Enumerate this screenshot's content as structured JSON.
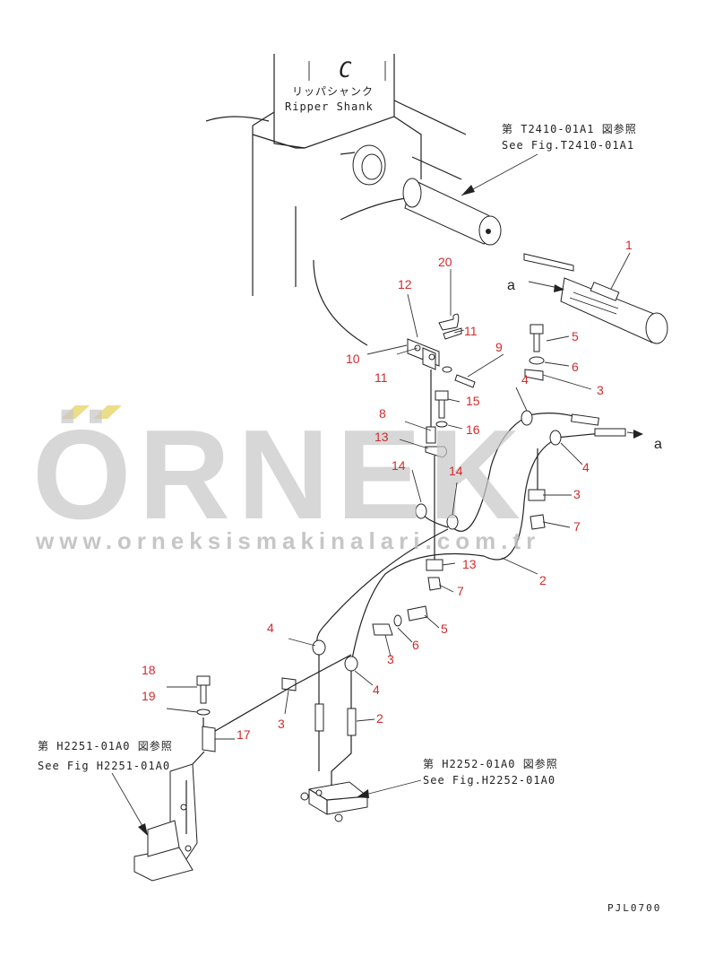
{
  "shank": {
    "letter": "C",
    "label_jp": "リッパシャンク",
    "label_en": "Ripper Shank"
  },
  "references": {
    "ref_t2410_jp": "第 T2410-01A1 図参照",
    "ref_t2410_en": "See Fig.T2410-01A1",
    "ref_h2251_jp": "第 H2251-01A0 図参照",
    "ref_h2251_en": "See Fig H2251-01A0",
    "ref_h2252_jp": "第 H2252-01A0 図参照",
    "ref_h2252_en": "See Fig.H2252-01A0"
  },
  "markers": {
    "a_left": "a",
    "a_right": "a"
  },
  "watermark": {
    "brand": "ÖRNEK",
    "url": "www.orneksismakinalari.com.tr"
  },
  "drawing_code": "PJL0700",
  "callouts": {
    "c1": "1",
    "c2a": "2",
    "c2b": "2",
    "c3a": "3",
    "c3b": "3",
    "c3c": "3",
    "c3d": "3",
    "c4a": "4",
    "c4b": "4",
    "c4c": "4",
    "c4d": "4",
    "c5a": "5",
    "c5b": "5",
    "c6a": "6",
    "c6b": "6",
    "c7a": "7",
    "c7b": "7",
    "c8": "8",
    "c9": "9",
    "c10": "10",
    "c11a": "11",
    "c11b": "11",
    "c12": "12",
    "c13a": "13",
    "c13b": "13",
    "c14a": "14",
    "c14b": "14",
    "c15": "15",
    "c16": "16",
    "c17": "17",
    "c18": "18",
    "c19": "19",
    "c20": "20"
  }
}
